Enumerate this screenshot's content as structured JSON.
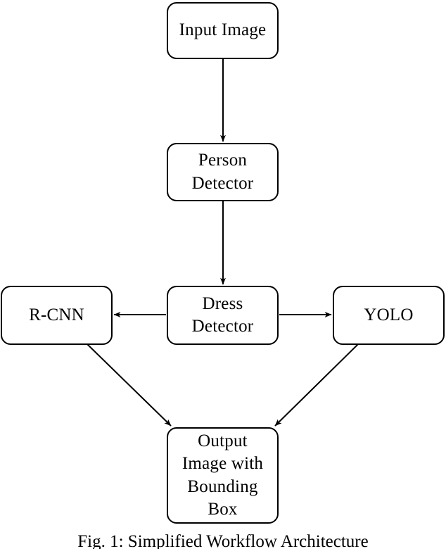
{
  "figure": {
    "caption": "Fig. 1: Simplified Workflow Architecture",
    "background_color": "#ffffff",
    "stroke_color": "#000000"
  },
  "nodes": {
    "input_image": {
      "lines": [
        "Input Image"
      ]
    },
    "person_detector": {
      "lines": [
        "Person",
        "Detector"
      ]
    },
    "dress_detector": {
      "lines": [
        "Dress",
        "Detector"
      ]
    },
    "rcnn": {
      "lines": [
        "R-CNN"
      ]
    },
    "yolo": {
      "lines": [
        "YOLO"
      ]
    },
    "output": {
      "lines": [
        "Output",
        "Image with",
        "Bounding",
        "Box"
      ]
    }
  },
  "edges": [
    {
      "name": "input-image-to-person-detector",
      "from": "input_image",
      "to": "person_detector",
      "direction": "down"
    },
    {
      "name": "person-detector-to-dress-detector",
      "from": "person_detector",
      "to": "dress_detector",
      "direction": "down"
    },
    {
      "name": "dress-detector-to-rcnn",
      "from": "dress_detector",
      "to": "rcnn",
      "direction": "left"
    },
    {
      "name": "dress-detector-to-yolo",
      "from": "dress_detector",
      "to": "yolo",
      "direction": "right"
    },
    {
      "name": "rcnn-to-output",
      "from": "rcnn",
      "to": "output",
      "direction": "down-right"
    },
    {
      "name": "yolo-to-output",
      "from": "yolo",
      "to": "output",
      "direction": "down-left"
    }
  ]
}
